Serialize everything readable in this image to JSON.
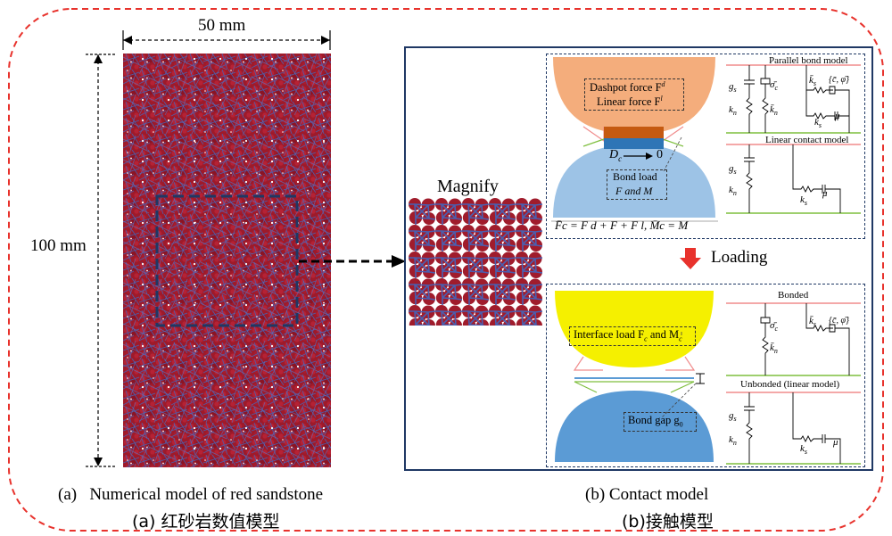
{
  "left": {
    "width_label": "50 mm",
    "height_label": "100 mm",
    "caption_en": "(a)   Numerical model of red sandstone",
    "caption_zh": "(a) 红砂岩数值模型"
  },
  "magnify_label": "Magnify",
  "right": {
    "caption_en": "(b) Contact model",
    "caption_zh": "(b)接触模型",
    "loading_label": "Loading",
    "top_panel": {
      "dashpot_force": "Dashpot force F",
      "dashpot_sup": "d",
      "linear_force": "Linear force F",
      "linear_sup": "l",
      "dc_label": "D",
      "dc_sub": "c",
      "dc_target": "0",
      "bond_load_line1": "Bond load",
      "bond_load_line2": "F and M",
      "equation": "F̄c = F d + F + F l, M̄c = M"
    },
    "bottom_panel": {
      "interface_load": "Interface load F",
      "interface_sub1": "c",
      "interface_mid": " and M",
      "interface_sub2": "c",
      "bond_gap": "Bond gap g",
      "bond_gap_sub": "0"
    },
    "top_schematic": {
      "title_parallel": "Parallel bond model",
      "title_linear": "Linear contact model",
      "gs": "g",
      "gs_sub": "s",
      "kn": "k",
      "kn_sub": "n",
      "sigma_c": "σ̄",
      "sigma_sub": "c",
      "kn_bar": "k̄",
      "kn_bar_sub": "n",
      "ks_bar": "k̄",
      "ks_bar_sub": "s",
      "c_phi": "{c̄, φ̄}",
      "ks": "k",
      "ks_sub": "s",
      "mu": "μ"
    },
    "bottom_schematic": {
      "title_bonded": "Bonded",
      "title_unbonded": "Unbonded (linear model)"
    }
  },
  "colors": {
    "border_red": "#e8322c",
    "frame_navy": "#1f3864",
    "particle_red": "#9e1a2a",
    "particle_blue": "#4a5fb0",
    "upper_orange": "#f4ad7c",
    "lower_blue": "#9dc3e6",
    "yellow": "#f5f000",
    "lower_blue2": "#5b9bd5",
    "pink_line": "#f08c8c",
    "green_line": "#7fbf3f",
    "loading_arrow": "#e8322c"
  }
}
